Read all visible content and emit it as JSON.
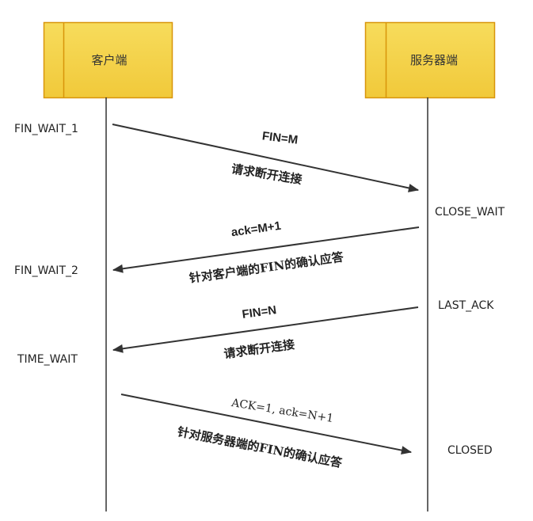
{
  "client": {
    "label": "客户端"
  },
  "server": {
    "label": "服务器端"
  },
  "colors": {
    "box_fill": "#f5d34a",
    "box_border": "#d8950a",
    "arrow": "#333333"
  },
  "client_states": {
    "fin_wait_1": "FIN_WAIT_1",
    "fin_wait_2": "FIN_WAIT_2",
    "time_wait": "TIME_WAIT"
  },
  "server_states": {
    "close_wait": "CLOSE_WAIT",
    "last_ack": "LAST_ACK",
    "closed": "CLOSED"
  },
  "messages": [
    {
      "flag": "FIN=M",
      "desc": "请求断开连接"
    },
    {
      "flag": "ack=M+1",
      "desc": "针对客户端的FIN的确认应答"
    },
    {
      "flag": "FIN=N",
      "desc": "请求断开连接"
    },
    {
      "flag": "ACK=1, ack=N+1",
      "desc": "针对服务器端的FIN的确认应答"
    }
  ]
}
